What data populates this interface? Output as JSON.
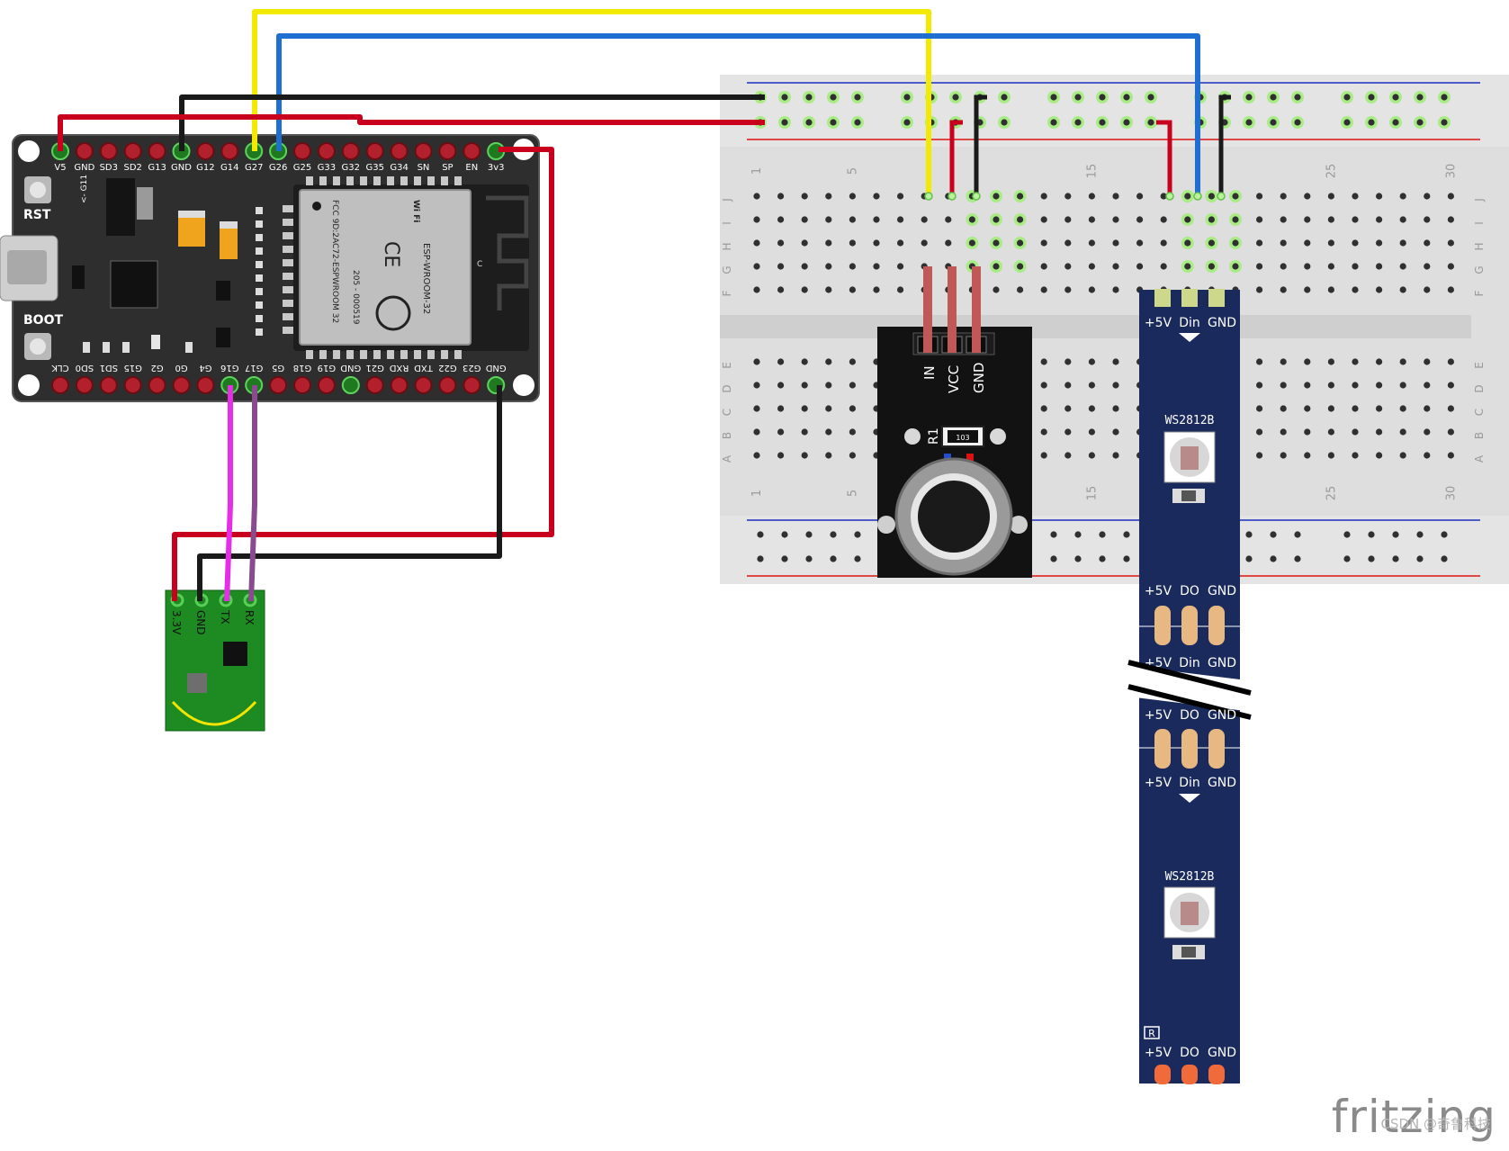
{
  "esp32": {
    "top_pins": [
      "V5",
      "GND",
      "SD3",
      "SD2",
      "G13",
      "GND",
      "G12",
      "G14",
      "G27",
      "G26",
      "G25",
      "G33",
      "G32",
      "G35",
      "G34",
      "SN",
      "SP",
      "EN",
      "3v3"
    ],
    "bottom_pins": [
      "CLK",
      "SD0",
      "SD1",
      "G15",
      "G2",
      "G0",
      "G4",
      "G16",
      "G17",
      "G5",
      "G18",
      "G19",
      "GND",
      "G21",
      "RXD",
      "TXD",
      "G22",
      "G23",
      "GND"
    ],
    "rst_label": "RST",
    "boot_label": "BOOT",
    "g11_label": "<- G11",
    "module_lines": [
      "ESP-WROOM-32",
      "FCC 9D:2AC72-ESPWROOM 32",
      "205 - 000519"
    ],
    "wifi_logo": "Wi Fi",
    "ce_mark": "CE",
    "c_label": "C"
  },
  "breadboard": {
    "row_letters_top": [
      "J",
      "I",
      "H",
      "G",
      "F"
    ],
    "row_letters_bottom": [
      "E",
      "D",
      "C",
      "B",
      "A"
    ],
    "column_numbers": [
      "1",
      "5",
      "15",
      "25",
      "30"
    ]
  },
  "touch_module": {
    "pin_labels": [
      "IN",
      "VCC",
      "GND"
    ],
    "resistor_label": "R1",
    "resistor_value": "103"
  },
  "led_strip": {
    "chip_label": "WS2812B",
    "pad_labels": {
      "in": [
        "+5V",
        "Din",
        "GND"
      ],
      "out": [
        "+5V",
        "DO",
        "GND"
      ]
    },
    "corner_mark": "R"
  },
  "serial_module": {
    "pin_labels": [
      "3.3V",
      "GND",
      "TX",
      "RX"
    ]
  },
  "watermark": {
    "brand": "fritzing",
    "credit": "CSDN @奇鲁科技"
  },
  "colors": {
    "wire_red": "#c8001e",
    "wire_black": "#1a1a1a",
    "wire_yellow": "#f2ea00",
    "wire_blue": "#1f6fd0",
    "wire_magenta": "#e62ee6",
    "wire_purple": "#8a4a8e",
    "esp32_board": "#2e2e2e",
    "breadboard": "#dedede",
    "strip": "#1b2a5c",
    "serial_pcb": "#1e8a22"
  }
}
